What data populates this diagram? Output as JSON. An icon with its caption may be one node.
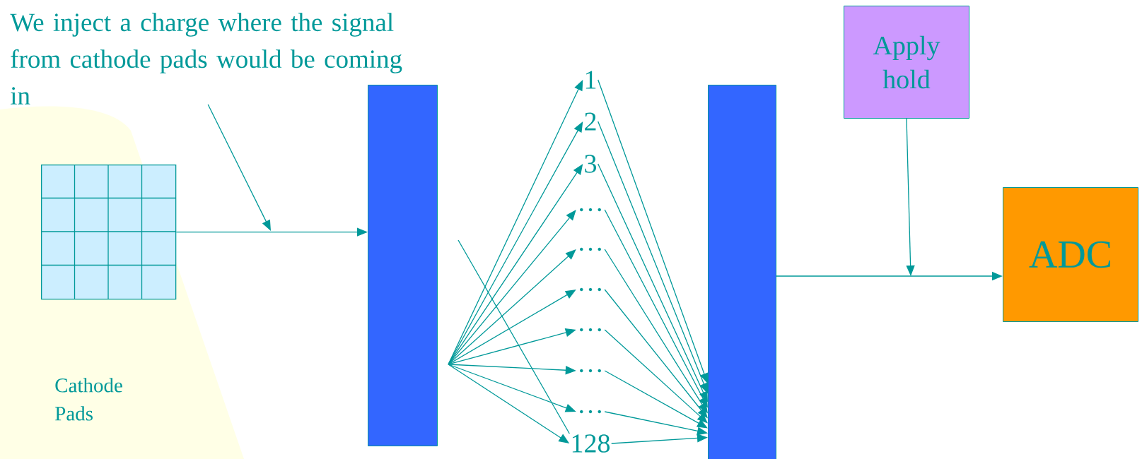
{
  "diagram": {
    "nodes": [
      {
        "text": [
          "We inject a charge where the signal from cathode pads would be coming in"
        ]
      },
      {
        "text": [],
        "shape": "box",
        "beside": [
          "Cathode Pads"
        ]
      },
      {
        "text": [],
        "shape": "bar"
      },
      {
        "text": [
          "1"
        ]
      },
      {
        "text": [
          "2"
        ]
      },
      {
        "text": [
          "3"
        ]
      },
      {
        "text": [
          "…"
        ]
      },
      {
        "text": [
          "…"
        ]
      },
      {
        "text": [
          "…"
        ]
      },
      {
        "text": [
          "…"
        ]
      },
      {
        "text": [
          "…"
        ]
      },
      {
        "text": [
          "…"
        ]
      },
      {
        "text": [
          "128"
        ]
      },
      {
        "text": [],
        "shape": "bar"
      },
      {
        "text": [
          "Apply hold"
        ]
      },
      {
        "text": [
          "ADC"
        ]
      }
    ],
    "edges": [
      {
        "from": 1,
        "to": 2,
        "arrow": "to"
      },
      {
        "from": 0,
        "to": null,
        "arrow": "to"
      },
      {
        "from": 2,
        "to": 3,
        "arrow": "to"
      },
      {
        "from": 2,
        "to": 4,
        "arrow": "to"
      },
      {
        "from": 2,
        "to": 5,
        "arrow": "to"
      },
      {
        "from": 2,
        "to": 6,
        "arrow": "to"
      },
      {
        "from": 2,
        "to": 7,
        "arrow": "to"
      },
      {
        "from": 2,
        "to": 8,
        "arrow": "to"
      },
      {
        "from": 2,
        "to": 9,
        "arrow": "to"
      },
      {
        "from": 2,
        "to": 10,
        "arrow": "to"
      },
      {
        "from": 2,
        "to": 11,
        "arrow": "to"
      },
      {
        "from": 2,
        "to": 12,
        "arrow": "to"
      },
      {
        "from": null,
        "to": 12,
        "arrow": "none"
      },
      {
        "from": 3,
        "to": 13,
        "arrow": "to"
      },
      {
        "from": 4,
        "to": 13,
        "arrow": "to"
      },
      {
        "from": 5,
        "to": 13,
        "arrow": "to"
      },
      {
        "from": 6,
        "to": 13,
        "arrow": "to"
      },
      {
        "from": 7,
        "to": 13,
        "arrow": "to"
      },
      {
        "from": 8,
        "to": 13,
        "arrow": "to"
      },
      {
        "from": 9,
        "to": 13,
        "arrow": "to"
      },
      {
        "from": 10,
        "to": 13,
        "arrow": "to"
      },
      {
        "from": 11,
        "to": 13,
        "arrow": "to"
      },
      {
        "from": 12,
        "to": 13,
        "arrow": "to"
      },
      {
        "from": 13,
        "to": 15,
        "arrow": "to"
      },
      {
        "from": 14,
        "to": null,
        "arrow": "to"
      }
    ]
  }
}
